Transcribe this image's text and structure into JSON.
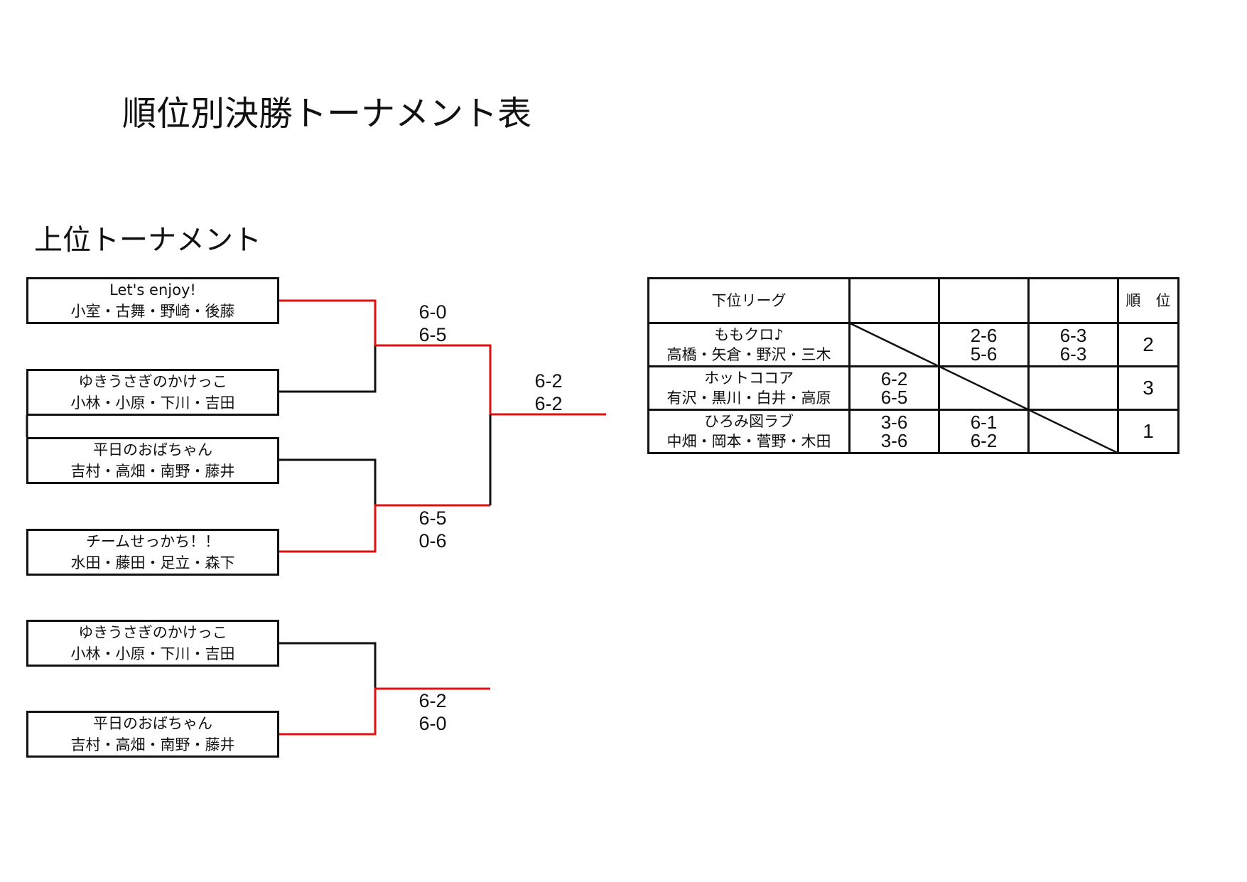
{
  "title": "順位別決勝トーナメント表",
  "upper": {
    "heading": "上位トーナメント",
    "teams": [
      {
        "name": "Let's  enjoy!",
        "members": "小室・古舞・野崎・後藤"
      },
      {
        "name": "ゆきうさぎのかけっこ",
        "members": "小林・小原・下川・吉田"
      },
      {
        "name": "平日のおばちゃん",
        "members": "吉村・高畑・南野・藤井"
      },
      {
        "name": "チームせっかち！！",
        "members": "水田・藤田・足立・森下"
      },
      {
        "name": "ゆきうさぎのかけっこ",
        "members": "小林・小原・下川・吉田"
      },
      {
        "name": "平日のおばちゃん",
        "members": "吉村・高畑・南野・藤井"
      }
    ],
    "scores": {
      "semi1": [
        "6-0",
        "6-5"
      ],
      "semi2": [
        "6-5",
        "0-6"
      ],
      "final": [
        "6-2",
        "6-2"
      ],
      "third": [
        "6-2",
        "6-0"
      ]
    },
    "colors": {
      "winner_line": "#e01010",
      "line": "#111111"
    }
  },
  "lower": {
    "heading": "下位リーグ",
    "rank_header": "順　位",
    "rows": [
      {
        "name": "ももクロ♪",
        "members": "高橋・矢倉・野沢・三木",
        "results": [
          null,
          [
            "2-6",
            "5-6"
          ],
          [
            "6-3",
            "6-3"
          ]
        ],
        "rank": "2"
      },
      {
        "name": "ホットココア",
        "members": "有沢・黒川・白井・高原",
        "results": [
          [
            "6-2",
            "6-5"
          ],
          null,
          null
        ],
        "rank": "3"
      },
      {
        "name": "ひろみ図ラブ",
        "members": "中畑・岡本・菅野・木田",
        "results": [
          [
            "3-6",
            "3-6"
          ],
          [
            "6-1",
            "6-2"
          ],
          null
        ],
        "rank": "1"
      }
    ]
  }
}
